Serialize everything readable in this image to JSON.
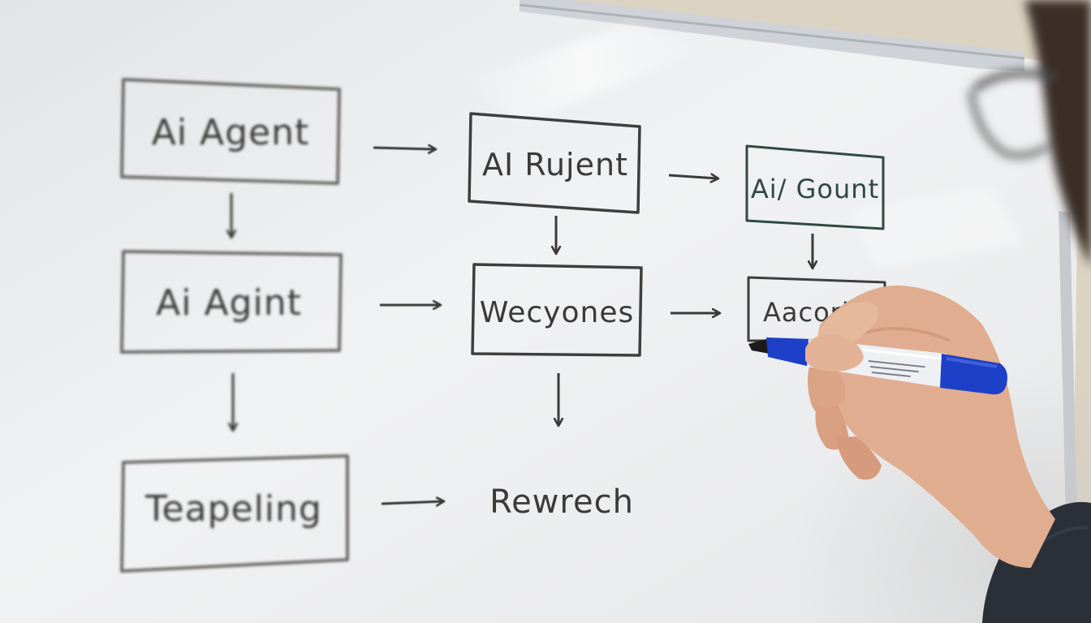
{
  "colors": {
    "wall": "#dcd3c3",
    "board": "#eceef0",
    "frame": "#c9cdd1",
    "ink_dark": "#3b3a38",
    "ink_green": "#2f4a40",
    "marker_blue": "#1e3fc7",
    "skin": "#e3b295",
    "sleeve": "#2b3038"
  },
  "flowchart": {
    "column_1": {
      "box_1": "Ai Agent",
      "box_2": "Ai Agint",
      "box_3": "Teapeling"
    },
    "column_2": {
      "box_1": "AI Rujent",
      "box_2": "Wecyones",
      "label_3": "Rewrech"
    },
    "column_3": {
      "box_1": "Ai/ Gount",
      "box_2": "Aacorl"
    }
  },
  "icons": {
    "arrow": "arrow-icon",
    "marker": "marker-icon",
    "hand": "hand-icon"
  }
}
